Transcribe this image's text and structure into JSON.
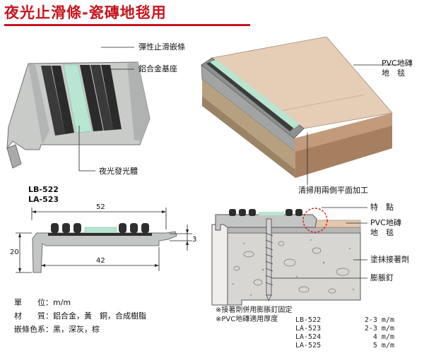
{
  "title": "夜光止滑條-瓷磚地毯用",
  "top_left": {
    "labels": [
      "彈性止滑嵌條",
      "鋁合金基座",
      "夜光發光體"
    ]
  },
  "top_right": {
    "labels": [
      "PVC地磚",
      "地　毯",
      "清掃用兩側平面加工"
    ]
  },
  "profile": {
    "models": [
      "LB-522",
      "LA-523"
    ],
    "dims": [
      "52",
      "42",
      "20",
      "3"
    ]
  },
  "install": {
    "labels": [
      "特　點",
      "PVC地磚",
      "地　毯",
      "塗抹接著劑",
      "膨脹釘"
    ]
  },
  "specs": [
    {
      "label": "單　　位：",
      "value": "m/m"
    },
    {
      "label": "材　　質：",
      "value": "鋁合金，黃　銅，合成樹脂"
    },
    {
      "label": "嵌條色系：",
      "value": "黑，深灰，棕"
    }
  ],
  "notes": [
    "※接著劑併用膨脹釘固定",
    "※PVC地磚適用厚度"
  ],
  "thickness_table": [
    {
      "model": "LB-522",
      "value": "2-3 m/m"
    },
    {
      "model": "LA-523",
      "value": "2-3 m/m"
    },
    {
      "model": "LA-524",
      "value": "4 m/m"
    },
    {
      "model": "LA-525",
      "value": "5 m/m"
    }
  ]
}
